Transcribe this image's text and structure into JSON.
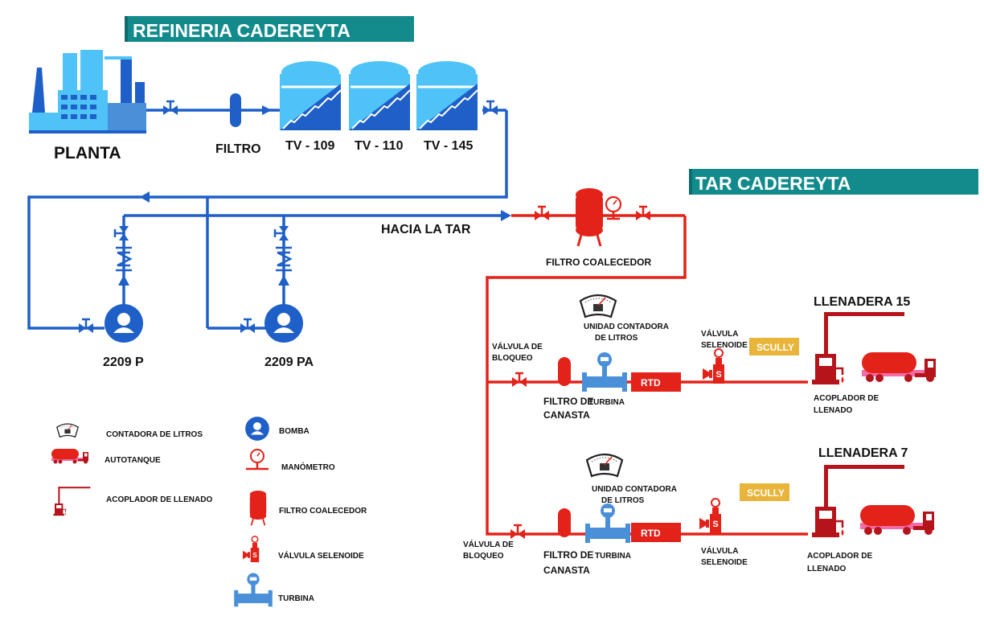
{
  "colors": {
    "header_bg": "#138b8c",
    "blue": "#1f5fc8",
    "light_blue": "#4fc3f7",
    "red": "#e32219",
    "dark_red": "#b5141a",
    "pink": "#f26ca7",
    "scully": "#e8b43a"
  },
  "refineria": {
    "title": "REFINERIA CADEREYTA",
    "planta_label": "PLANTA",
    "filtro_label": "FILTRO",
    "tanks": [
      "TV - 109",
      "TV - 110",
      "TV - 145"
    ],
    "hacia_label": "HACIA LA TAR",
    "pumps": [
      "2209 P",
      "2209 PA"
    ]
  },
  "tar": {
    "title": "TAR CADEREYTA",
    "coalescer_label": "FILTRO COALECEDOR",
    "line15": {
      "name": "LLENADERA 15",
      "valve_label": [
        "VÁLVULA DE",
        "BLOQUEO"
      ],
      "meter_label": [
        "UNIDAD CONTADORA",
        "DE LITROS"
      ],
      "filter_label": [
        "FILTRO DE",
        "CANASTA"
      ],
      "turbine_label": "TURBINA",
      "rtd_label": "RTD",
      "solenoid_label": [
        "VÁLVULA",
        "SELENOIDE"
      ],
      "scully_label": "SCULLY",
      "coupler_label": [
        "ACOPLADOR DE",
        "LLENADO"
      ]
    },
    "line7": {
      "name": "LLENADERA 7",
      "valve_label": [
        "VÁLVULA DE",
        "BLOQUEO"
      ],
      "meter_label": [
        "UNIDAD CONTADORA",
        "DE LITROS"
      ],
      "filter_label": [
        "FILTRO DE",
        "CANASTA"
      ],
      "turbine_label": "TURBINA",
      "rtd_label": "RTD",
      "solenoid_label": [
        "VÁLVULA",
        "SELENOIDE"
      ],
      "scully_label": "SCULLY",
      "coupler_label": [
        "ACOPLADOR DE",
        "LLENADO"
      ]
    }
  },
  "legend": {
    "contadora": "CONTADORA DE LITROS",
    "autotanque": "AUTOTANQUE",
    "acoplador": "ACOPLADOR DE LLENADO",
    "bomba": "BOMBA",
    "manometro": "MANÓMETRO",
    "filtro_coalecedor": "FILTRO COALECEDOR",
    "valvula_selenoide": "VÁLVULA SELENOIDE",
    "turbina": "TURBINA"
  }
}
